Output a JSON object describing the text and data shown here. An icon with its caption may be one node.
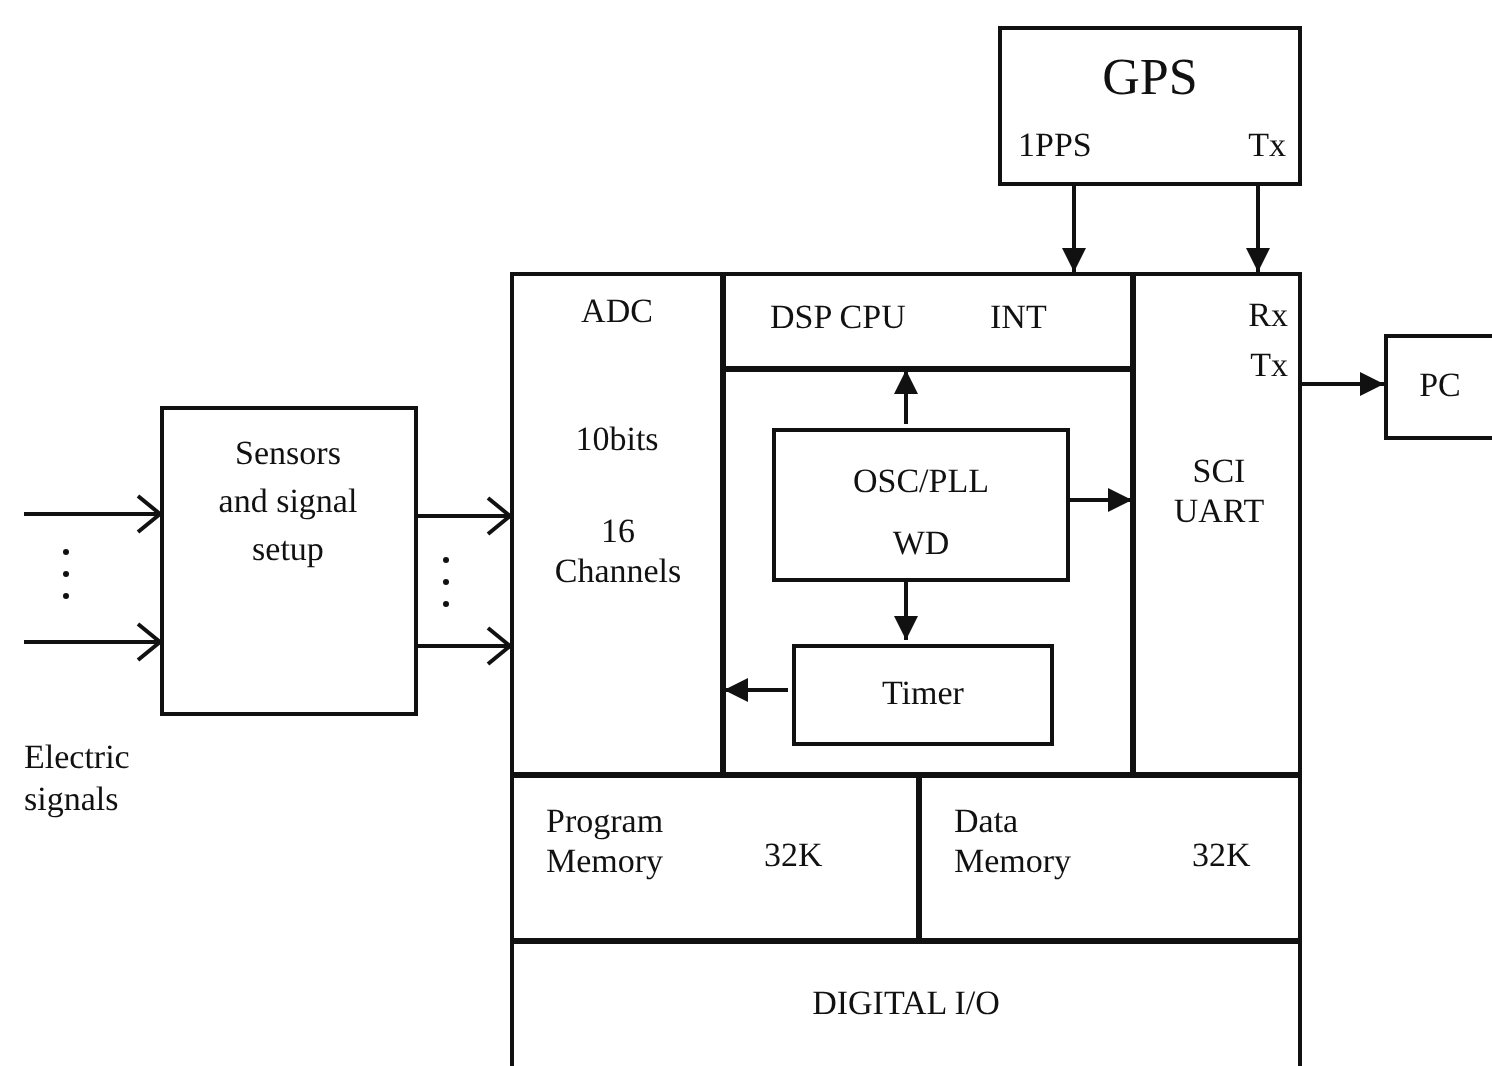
{
  "diagram": {
    "nodes": [
      {
        "text": [
          "GPS",
          "1PPS",
          "Tx"
        ]
      },
      {
        "text": [
          "PC"
        ]
      },
      {
        "text": [
          "Sensors and signal setup"
        ]
      },
      {
        "text": [
          "ADC",
          "10bits",
          "16 Channels"
        ]
      },
      {
        "text": [
          "DSP CPU",
          "INT"
        ]
      },
      {
        "text": [
          "Rx",
          "Tx",
          "SCI UART"
        ]
      },
      {
        "text": [],
        "shape": "box"
      },
      {
        "text": [
          "OSC/PLL WD"
        ],
        "in": 6
      },
      {
        "text": [
          "Timer"
        ],
        "in": 6
      },
      {
        "text": [
          "Program Memory",
          "32K"
        ]
      },
      {
        "text": [
          "Data Memory",
          "32K"
        ]
      },
      {
        "text": [
          "DIGITAL I/O"
        ]
      }
    ],
    "edges": [
      {
        "from": 0,
        "to": 4,
        "arrow": "to"
      },
      {
        "from": 0,
        "to": 5,
        "arrow": "to"
      },
      {
        "from": 5,
        "to": 1,
        "arrow": "to"
      },
      {
        "from": 7,
        "to": 4,
        "arrow": "to"
      },
      {
        "from": 7,
        "to": 5,
        "arrow": "to"
      },
      {
        "from": 7,
        "to": 8,
        "arrow": "to"
      },
      {
        "from": 8,
        "to": 3,
        "arrow": "to"
      },
      {
        "from": null,
        "to": 2,
        "arrow": "to"
      },
      {
        "from": null,
        "to": 2,
        "arrow": "to"
      },
      {
        "from": 2,
        "to": 3,
        "arrow": "to"
      },
      {
        "from": 2,
        "to": 3,
        "arrow": "to"
      }
    ],
    "labels": [
      "Electric signals"
    ]
  }
}
